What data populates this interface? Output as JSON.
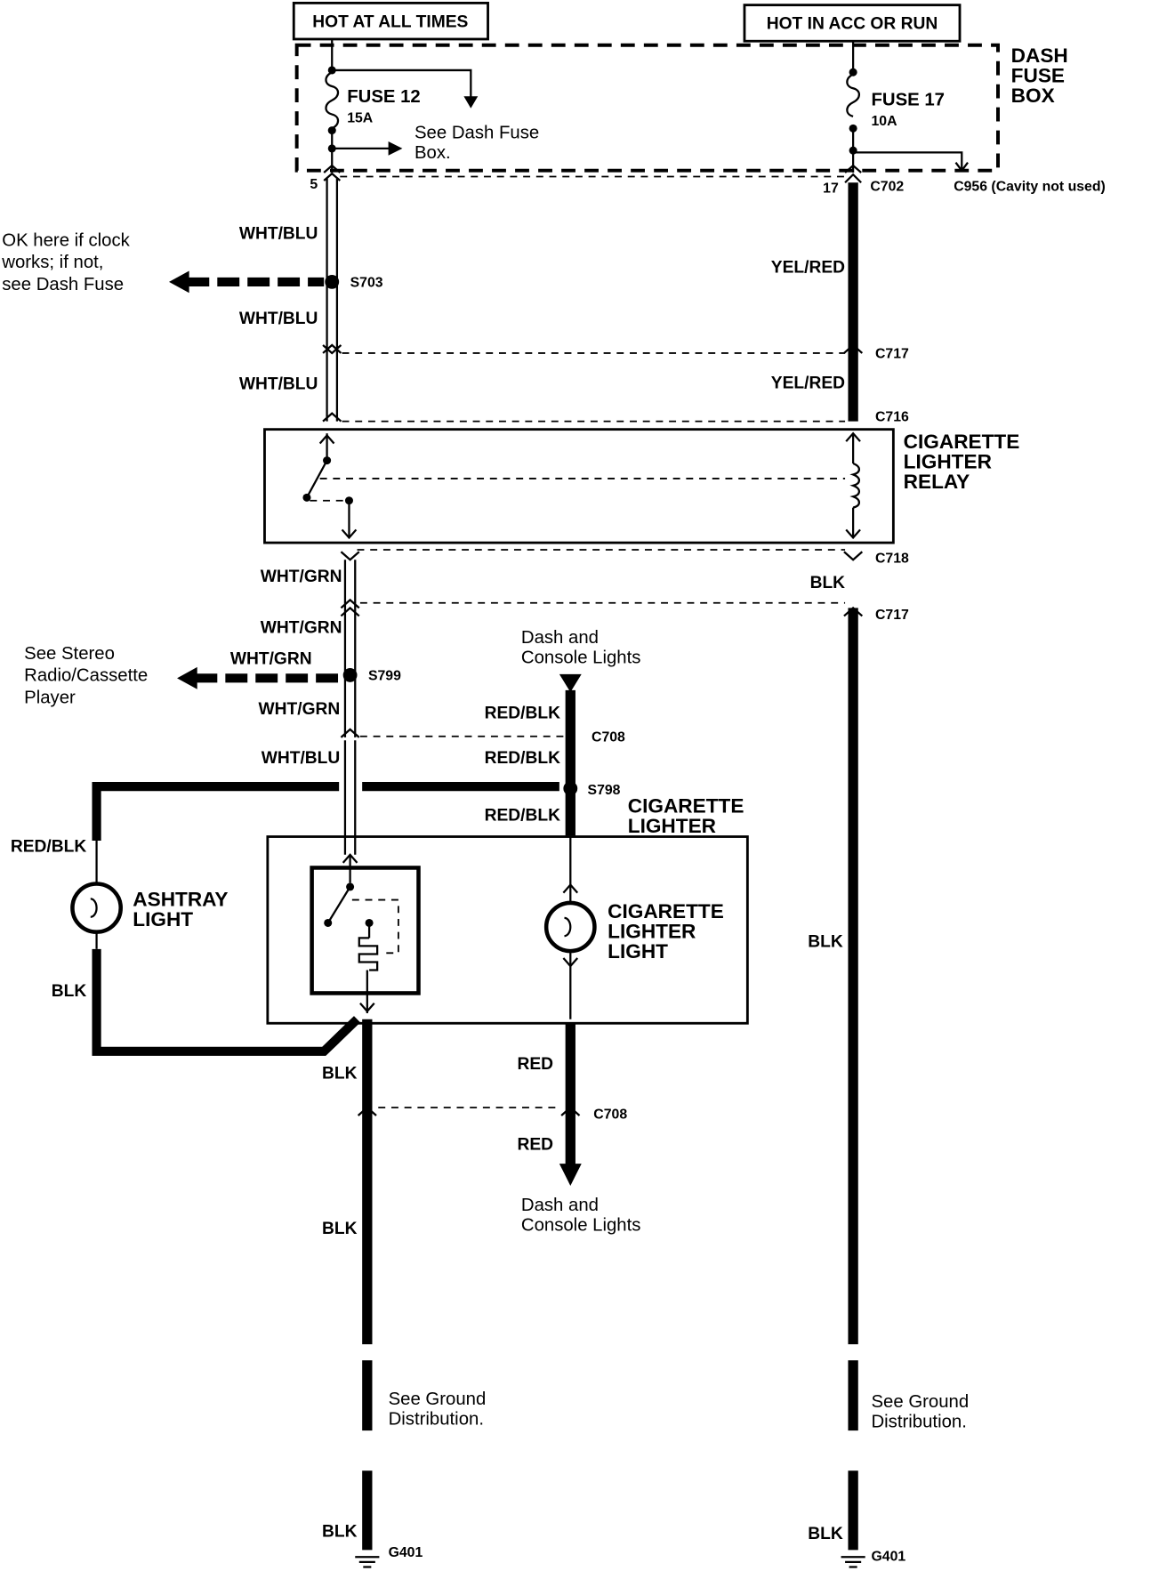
{
  "header": {
    "hot_at_all_times": "HOT AT ALL TIMES",
    "hot_in_acc_or_run": "HOT IN ACC OR RUN"
  },
  "fuse_box": {
    "label_line1": "DASH",
    "label_line2": "FUSE",
    "label_line3": "BOX",
    "fuse12_name": "FUSE 12",
    "fuse12_rating": "15A",
    "fuse17_name": "FUSE 17",
    "fuse17_rating": "10A",
    "see_dash_fuse_line1": "See Dash Fuse",
    "see_dash_fuse_line2": "Box.",
    "pin_left": "5",
    "pin_right": "17",
    "connector_c702": "C702",
    "connector_c956": "C956 (Cavity not used)"
  },
  "left_branch_note": {
    "line1": "OK here if clock",
    "line2": "works; if not,",
    "line3": "see Dash Fuse"
  },
  "splices": {
    "s703": "S703",
    "s799": "S799",
    "s798": "S798"
  },
  "connectors": {
    "c717_top": "C717",
    "c716": "C716",
    "c718": "C718",
    "c717_bottom": "C717",
    "c708_top": "C708",
    "c708_bottom": "C708"
  },
  "wires": {
    "wht_blu_1": "WHT/BLU",
    "wht_blu_2": "WHT/BLU",
    "wht_blu_3": "WHT/BLU",
    "yel_red_1": "YEL/RED",
    "yel_red_2": "YEL/RED",
    "wht_grn_1": "WHT/GRN",
    "wht_grn_2": "WHT/GRN",
    "wht_grn_3": "WHT/GRN",
    "wht_grn_4": "WHT/GRN",
    "wht_blu_4": "WHT/BLU",
    "blk_right_1": "BLK",
    "blk_right_2": "BLK",
    "blk_right_3": "BLK",
    "red_blk_1": "RED/BLK",
    "red_blk_2": "RED/BLK",
    "red_blk_3": "RED/BLK",
    "red_blk_ashtray": "RED/BLK",
    "blk_ashtray": "BLK",
    "blk_left_1": "BLK",
    "blk_left_2": "BLK",
    "blk_left_3": "BLK",
    "red_1": "RED",
    "red_2": "RED"
  },
  "relay": {
    "line1": "CIGARETTE",
    "line2": "LIGHTER",
    "line3": "RELAY"
  },
  "lighter": {
    "line1": "CIGARETTE",
    "line2": "LIGHTER"
  },
  "lighter_light": {
    "line1": "CIGARETTE",
    "line2": "LIGHTER",
    "line3": "LIGHT"
  },
  "ashtray_light": {
    "line1": "ASHTRAY",
    "line2": "LIGHT"
  },
  "stereo_note": {
    "line1": "See Stereo",
    "line2": "Radio/Cassette",
    "line3": "Player"
  },
  "dash_console_top": {
    "line1": "Dash and",
    "line2": "Console Lights"
  },
  "dash_console_bottom": {
    "line1": "Dash and",
    "line2": "Console Lights"
  },
  "ground_left": {
    "line1": "See Ground",
    "line2": "Distribution.",
    "ground_id": "G401"
  },
  "ground_right": {
    "line1": "See Ground",
    "line2": "Distribution.",
    "ground_id": "G401"
  }
}
